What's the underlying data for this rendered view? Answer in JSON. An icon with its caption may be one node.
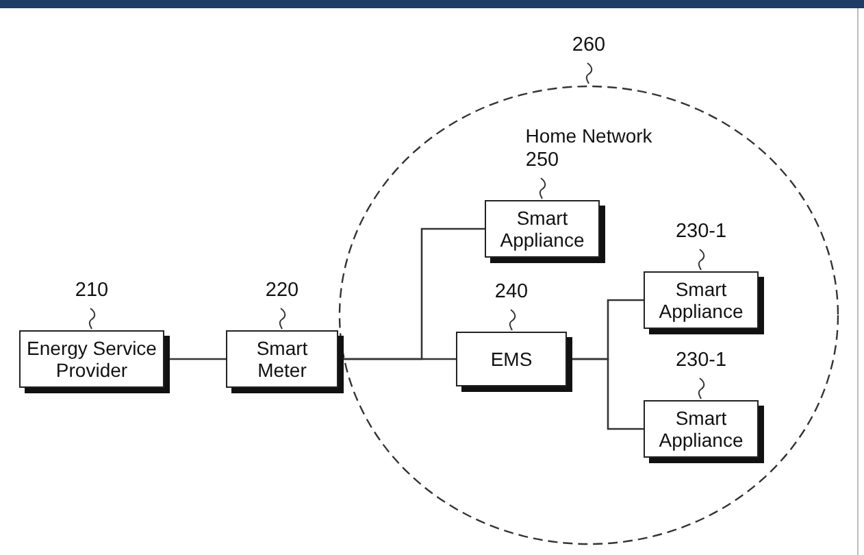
{
  "diagram": {
    "nodes": [
      {
        "text": [
          "Home Network"
        ],
        "beside": [
          "260"
        ]
      },
      {
        "text": [
          "Energy Service Provider"
        ],
        "beside": [
          "210"
        ]
      },
      {
        "text": [
          "Smart Meter"
        ],
        "beside": [
          "220"
        ]
      },
      {
        "text": [
          "Smart Appliance"
        ],
        "beside": [
          "250"
        ],
        "in": 0
      },
      {
        "text": [
          "EMS"
        ],
        "beside": [
          "240"
        ],
        "in": 0
      },
      {
        "text": [
          "Smart Appliance"
        ],
        "beside": [
          "230-1"
        ],
        "in": 0
      },
      {
        "text": [
          "Smart Appliance"
        ],
        "beside": [
          "230-1"
        ],
        "in": 0
      }
    ],
    "edges": [
      {
        "from": 1,
        "to": 2,
        "arrow": "none"
      },
      {
        "from": 2,
        "to": 3,
        "arrow": "none"
      },
      {
        "from": 2,
        "to": 4,
        "arrow": "none"
      },
      {
        "from": 4,
        "to": 5,
        "arrow": "none"
      },
      {
        "from": 4,
        "to": 6,
        "arrow": "none"
      }
    ]
  }
}
